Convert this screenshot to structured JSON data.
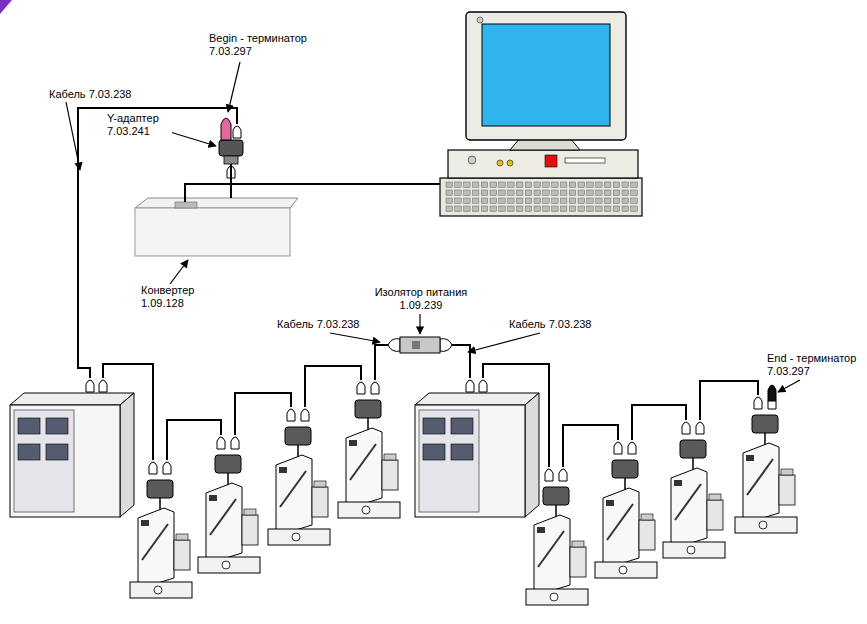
{
  "diagram": {
    "labels": [
      "Кабель 7.03.238",
      "Begin - терминатор 7.03.297",
      "Y-адаптер 7.03.241",
      "Конвертер 1.09.128",
      "Изолятор питания 1.09.239",
      "Кабель 7.03.238",
      "Кабель 7.03.238",
      "End - терминатор 7.03.297"
    ]
  }
}
